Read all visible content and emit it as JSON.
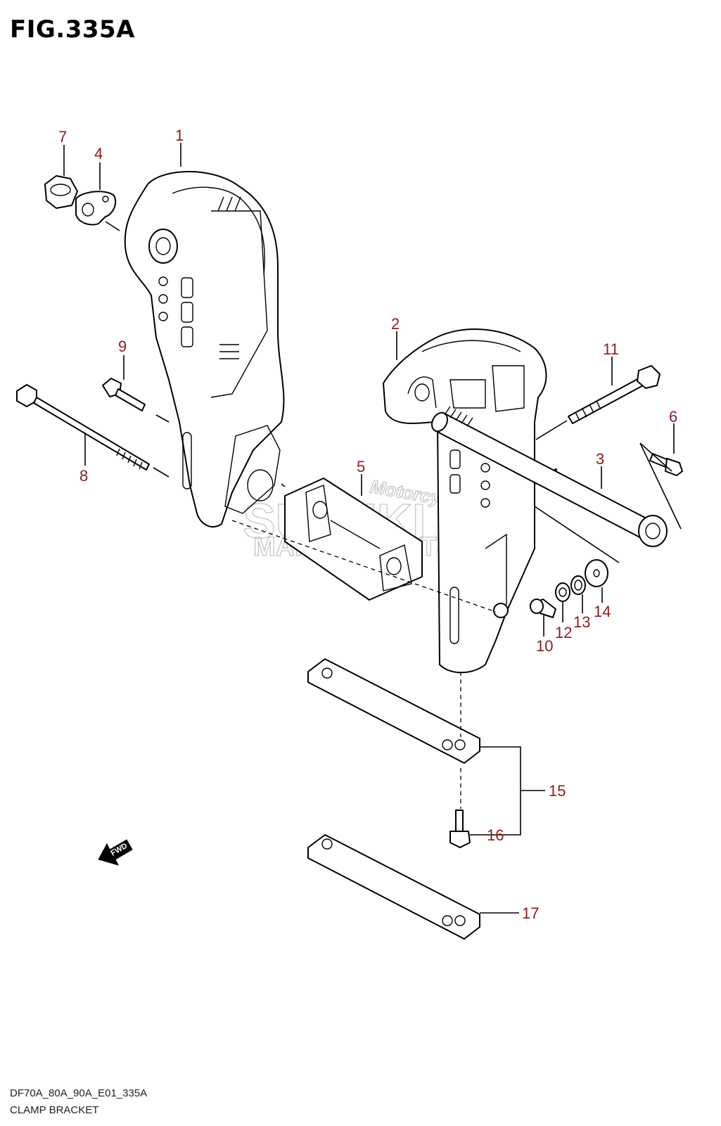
{
  "figure": {
    "title": "FIG.335A",
    "model_code": "DF70A_80A_90A_E01_335A",
    "name": "CLAMP BRACKET"
  },
  "callouts": [
    "1",
    "2",
    "3",
    "4",
    "5",
    "6",
    "7",
    "8",
    "9",
    "10",
    "11",
    "12",
    "13",
    "14",
    "15",
    "16",
    "17"
  ],
  "fwd_label": "FWD",
  "watermark": {
    "brand": "SUZUKI",
    "sub": "MARINE PARTS",
    "script": "Motorcycle"
  },
  "colors": {
    "callout": "#8b1c1c",
    "line": "#000000",
    "watermark": "#bbbbbb"
  }
}
